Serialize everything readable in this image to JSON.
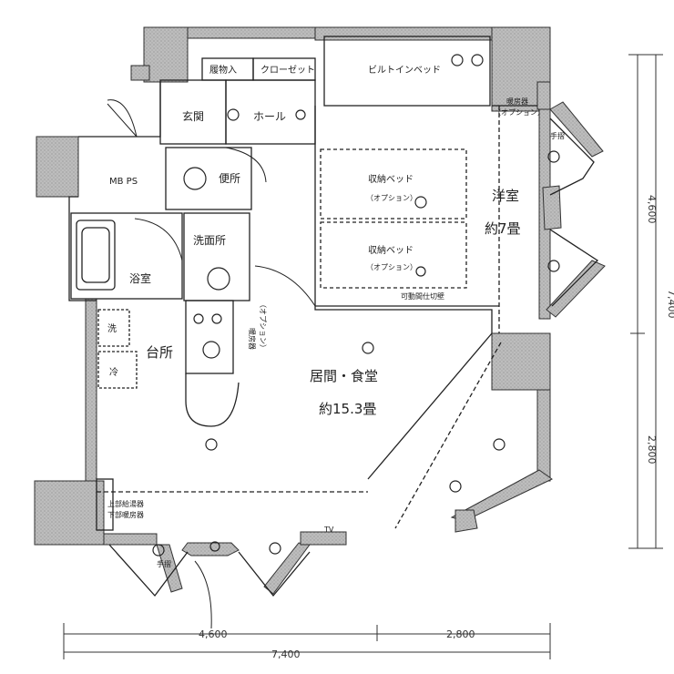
{
  "rooms": {
    "shoe_storage": "履物入",
    "closet": "クローゼット",
    "built_in_bed": "ビルトインベッド",
    "entrance": "玄関",
    "hall": "ホール",
    "mbps": "MB PS",
    "toilet": "便所",
    "storage_bed_1": "収納ベッド",
    "storage_bed_option_1": "（オプション）",
    "storage_bed_2": "収納ベッド",
    "storage_bed_option_2": "（オプション）",
    "heater_label": "暖房器",
    "heater_option": "（オプション）",
    "handrail_right": "手摺",
    "western_room": "洋室",
    "western_room_size": "約7畳",
    "washroom": "洗面所",
    "bathroom": "浴室",
    "movable_partition": "可動間仕切壁",
    "kitchen_heater": "暖房器",
    "kitchen_heater_option": "（オプション）",
    "washer": "洗",
    "fridge": "冷",
    "kitchen": "台所",
    "living_dining": "居間・食堂",
    "living_dining_size": "約15.3畳",
    "water_heater_upper": "上部給湯器",
    "heater_lower": "下部暖房器",
    "tv": "TV",
    "handrail_left": "手摺"
  },
  "dimensions": {
    "bottom_left": "4,600",
    "bottom_right": "2,800",
    "bottom_total": "7,400",
    "right_upper": "4,600",
    "right_lower": "2,800",
    "right_total": "7,400"
  }
}
